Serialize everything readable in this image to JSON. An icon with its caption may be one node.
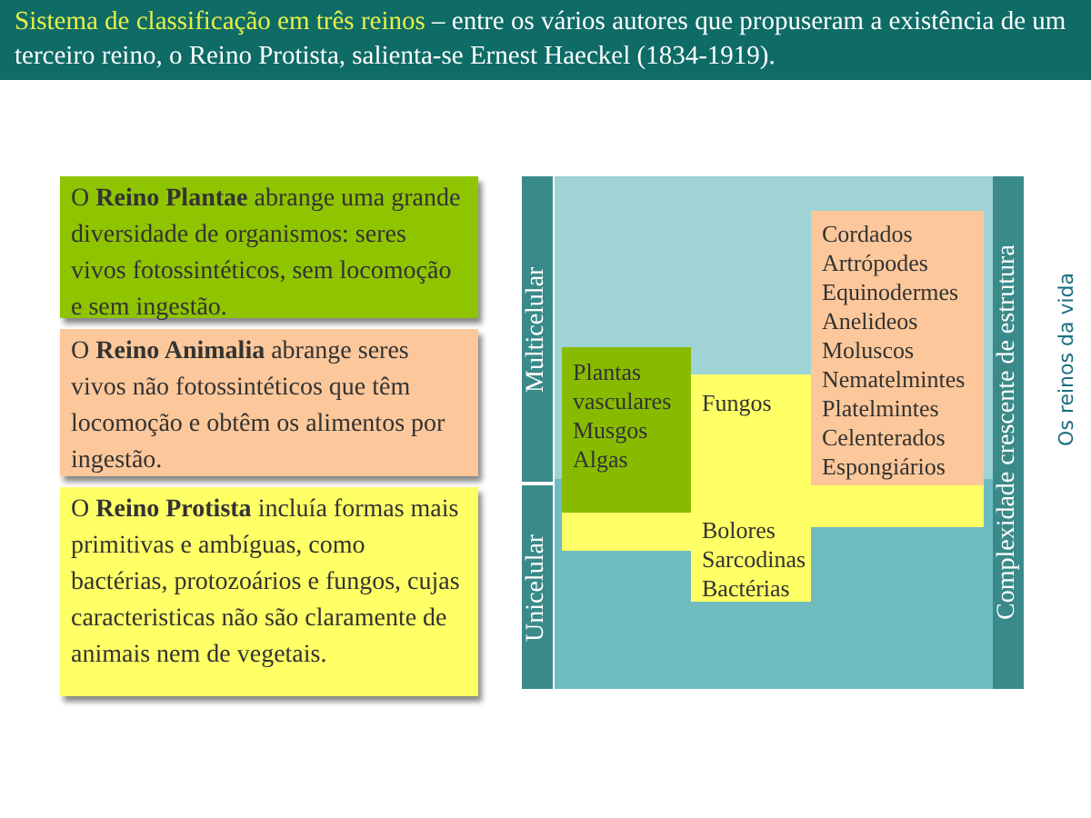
{
  "diagram": {
    "title": "**Sistema de classificação em três reinos** – entre os vários autores que propuseram a existência de um terceiro reino, o Reino Protista, salienta-se Ernest Haeckel (1834-1919).",
    "nodes": [
      {
        "text": [
          "O **Reino Plantae** abrange uma grande diversidade de organismos: seres vivos fotossintéticos, sem locomoção e sem ingestão."
        ]
      },
      {
        "text": [
          "O **Reino Animalia** abrange seres vivos não fotossintéticos que têm locomoção e obtêm os alimentos por ingestão."
        ]
      },
      {
        "text": [
          "O **Reino Protista** incluía formas mais primitivas e ambíguas, como bactérias, protozoários e fungos, cujas caracteristicas não são claramente de animais nem de vegetais."
        ]
      },
      {
        "text": [
          "Multicelular"
        ]
      },
      {
        "text": [
          "Unicelular"
        ]
      },
      {
        "text": [
          "Complexidade crescente de estrutura"
        ]
      },
      {
        "text": [
          "Plantas vasculares",
          "Musgos",
          "Algas"
        ]
      },
      {
        "text": [
          "Fungos",
          "Bolores",
          "Sarcodinas",
          "Bactérias"
        ]
      },
      {
        "text": [
          "Cordados",
          "Artrópodes",
          "Equinodermes",
          "Anelideos",
          "Moluscos",
          "Nematelmintes",
          "Platelmintes",
          "Celenterados",
          "Espongiários"
        ]
      }
    ],
    "labels": [
      "Os reinos da vida"
    ]
  }
}
